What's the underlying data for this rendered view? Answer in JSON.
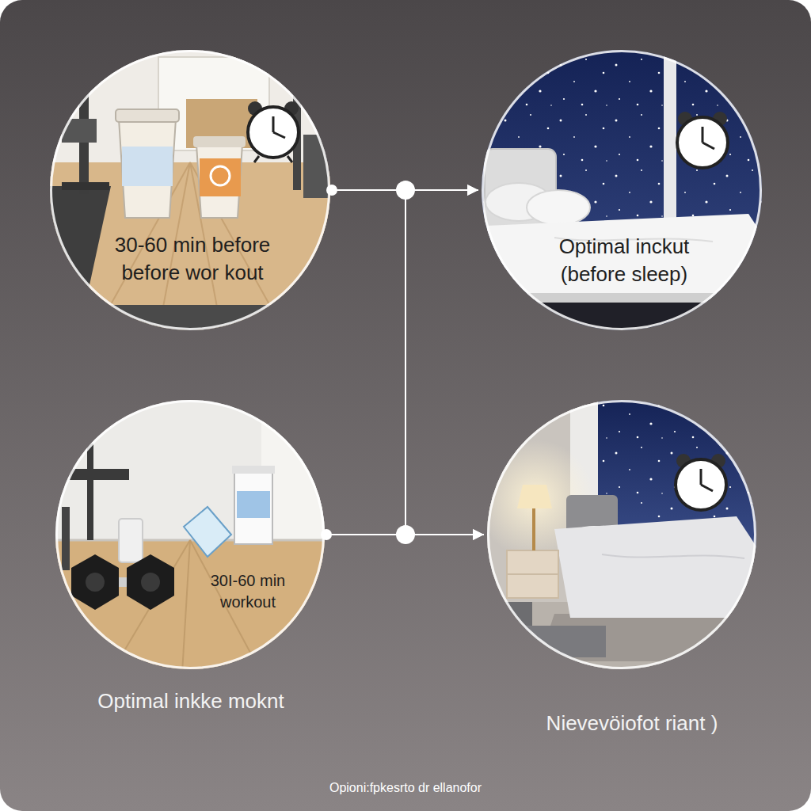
{
  "diagram": {
    "caption": "Opioni:fpkesrto dr ellanofor",
    "nodes": [
      {
        "text": [
          "30-60 min before before wor kout"
        ]
      },
      {
        "text": [
          "Optimal inckut (before sleep)"
        ]
      },
      {
        "text": [
          "30I-60 min workout",
          "Optimal inkke moknt"
        ]
      },
      {
        "text": [
          "Nievevöiofot riant )"
        ]
      }
    ],
    "edges": [
      {
        "from": 0,
        "to": 1,
        "arrow": "to"
      },
      {
        "from": 0,
        "to": 3,
        "arrow": "to"
      },
      {
        "from": 2,
        "to": 1,
        "arrow": "to"
      },
      {
        "from": 2,
        "to": 3,
        "arrow": "to"
      }
    ]
  }
}
